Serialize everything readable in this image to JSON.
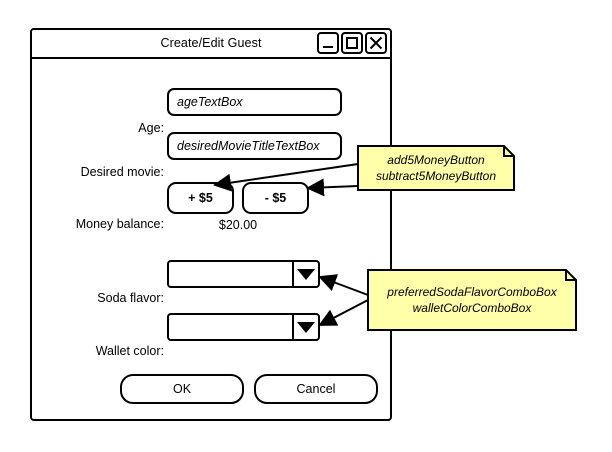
{
  "window": {
    "title": "Create/Edit Guest",
    "controls": [
      {
        "name": "minimize-button",
        "glyph": "minimize"
      },
      {
        "name": "maximize-button",
        "glyph": "maximize"
      },
      {
        "name": "close-button",
        "glyph": "close"
      }
    ]
  },
  "form": {
    "age": {
      "label": "Age:",
      "value": "ageTextBox"
    },
    "desired_movie": {
      "label": "Desired movie:",
      "value": "desiredMovieTitleTextBox"
    },
    "money_balance": {
      "label": "Money balance:",
      "add_label": "+ $5",
      "subtract_label": "- $5",
      "balance": "$20.00"
    },
    "soda_flavor": {
      "label": "Soda flavor:",
      "value": ""
    },
    "wallet_color": {
      "label": "Wallet color:",
      "value": ""
    }
  },
  "dialog_buttons": {
    "ok": "OK",
    "cancel": "Cancel"
  },
  "notes": [
    {
      "name": "money-buttons-note",
      "lines": [
        "add5MoneyButton",
        "subtract5MoneyButton"
      ]
    },
    {
      "name": "combobox-note",
      "lines": [
        "preferredSodaFlavorComboBox",
        "walletColorComboBox"
      ]
    }
  ],
  "colors": {
    "note_fill": "#FFFFAA",
    "note_fold": "#E8E89A",
    "stroke": "#000000",
    "background": "#FFFFFF"
  }
}
